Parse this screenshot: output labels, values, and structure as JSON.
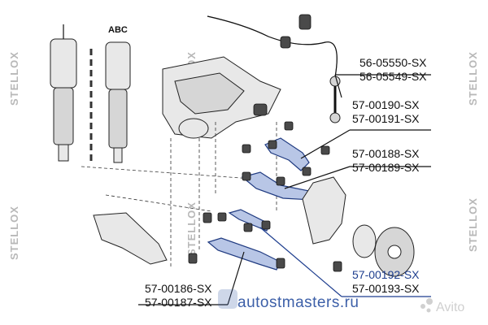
{
  "diagram": {
    "variant_label": "ABC",
    "callouts": [
      {
        "id": "stabilizer-link",
        "part_numbers": [
          "56-05550-SX",
          "56-05549-SX"
        ],
        "highlight": false
      },
      {
        "id": "upper-camber-arm",
        "part_numbers": [
          "57-00190-SX",
          "57-00191-SX"
        ],
        "highlight": false
      },
      {
        "id": "upper-control-arm",
        "part_numbers": [
          "57-00188-SX",
          "57-00189-SX"
        ],
        "highlight": false
      },
      {
        "id": "toe-link",
        "part_numbers": [
          "57-00192-SX",
          "57-00193-SX"
        ],
        "highlight": true
      },
      {
        "id": "lower-control-arm",
        "part_numbers": [
          "57-00186-SX",
          "57-00187-SX"
        ],
        "highlight": false
      }
    ],
    "highlight_color": "#1f3f8f"
  },
  "watermarks": {
    "brand": "STELLOX",
    "site": "autostmasters.ru",
    "marketplace": "Avito"
  }
}
